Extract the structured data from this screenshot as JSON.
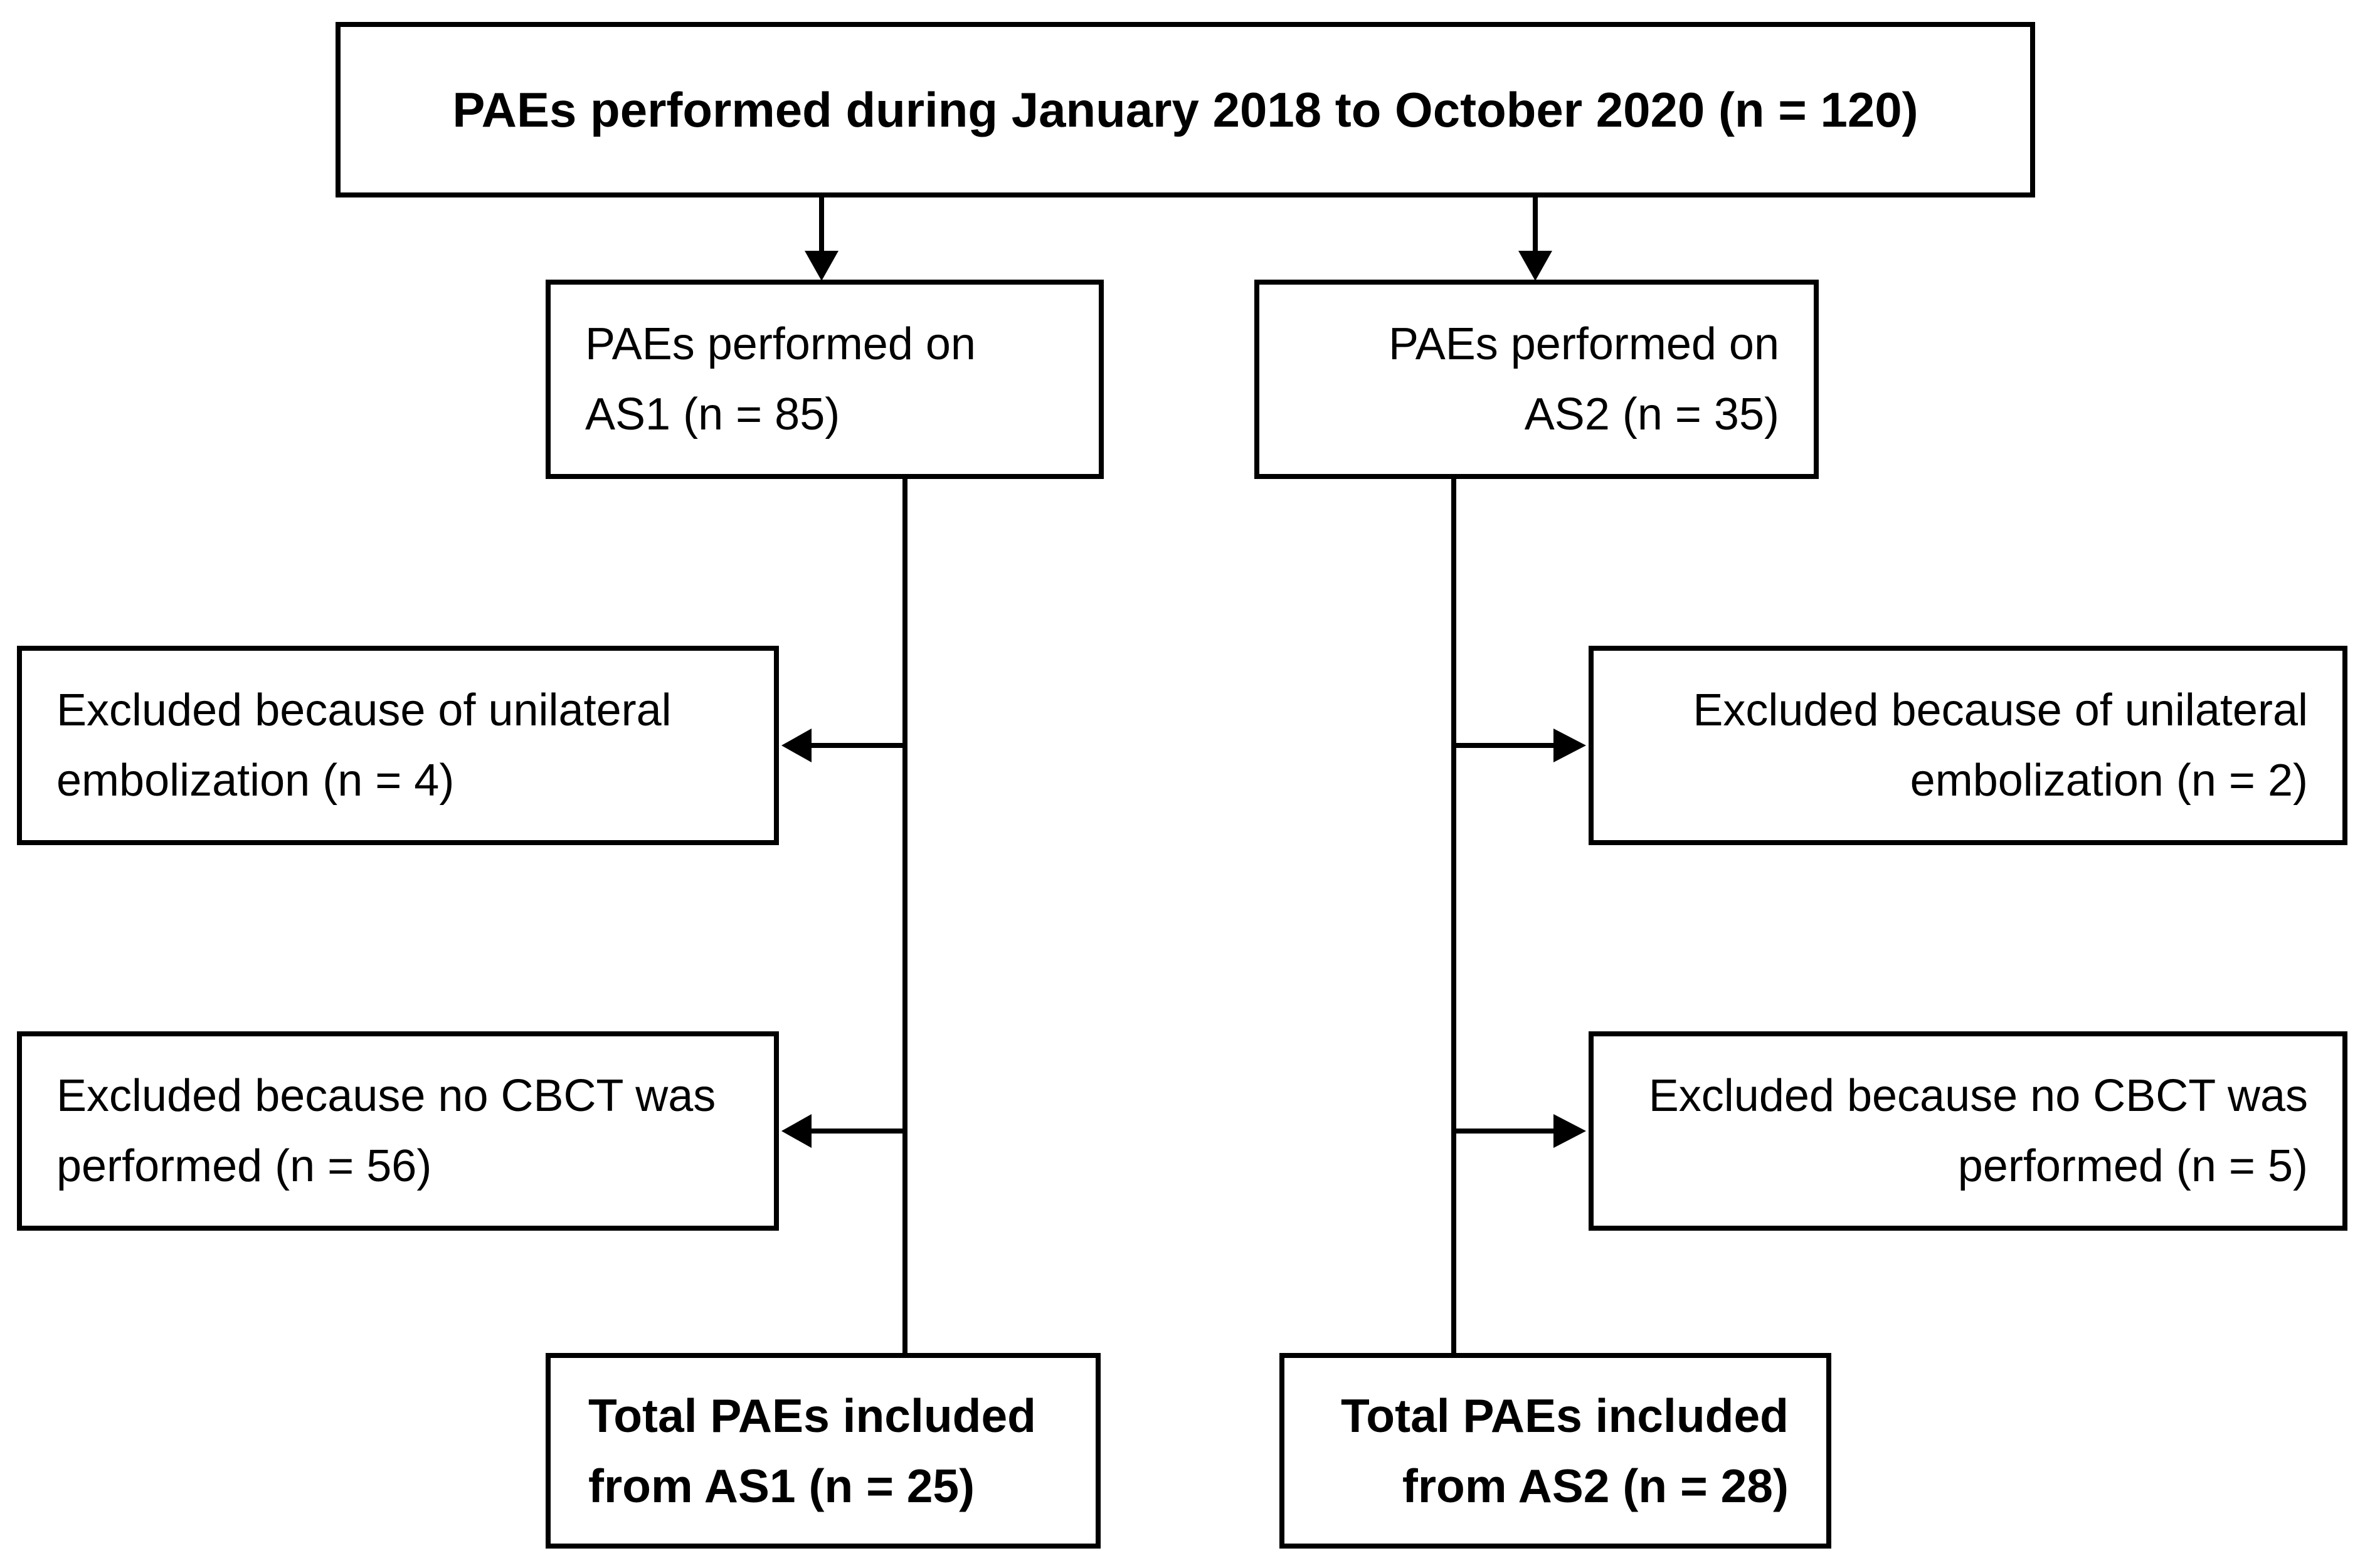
{
  "flowchart": {
    "top": {
      "text": "PAEs performed during January 2018 to October 2020 (n = 120)"
    },
    "as1": {
      "line1": "PAEs performed on",
      "line2": "AS1 (n = 85)"
    },
    "as2": {
      "line1": "PAEs performed on",
      "line2": "AS2 (n = 35)"
    },
    "excluded_as1_unilateral": {
      "line1": "Excluded because of unilateral",
      "line2": "embolization (n = 4)"
    },
    "excluded_as2_unilateral": {
      "line1": "Excluded because of unilateral",
      "line2": "embolization (n = 2)"
    },
    "excluded_as1_no_cbct": {
      "line1": "Excluded because no CBCT was",
      "line2": "performed (n = 56)"
    },
    "excluded_as2_no_cbct": {
      "line1": "Excluded because no CBCT was",
      "line2": "performed (n = 5)"
    },
    "total_as1": {
      "line1": "Total PAEs included",
      "line2": "from AS1 (n = 25)"
    },
    "total_as2": {
      "line1": "Total PAEs included",
      "line2": "from AS2 (n = 28)"
    }
  },
  "colors": {
    "background": "#ffffff",
    "box_border": "#000000",
    "connector": "#000000",
    "text": "#000000"
  }
}
